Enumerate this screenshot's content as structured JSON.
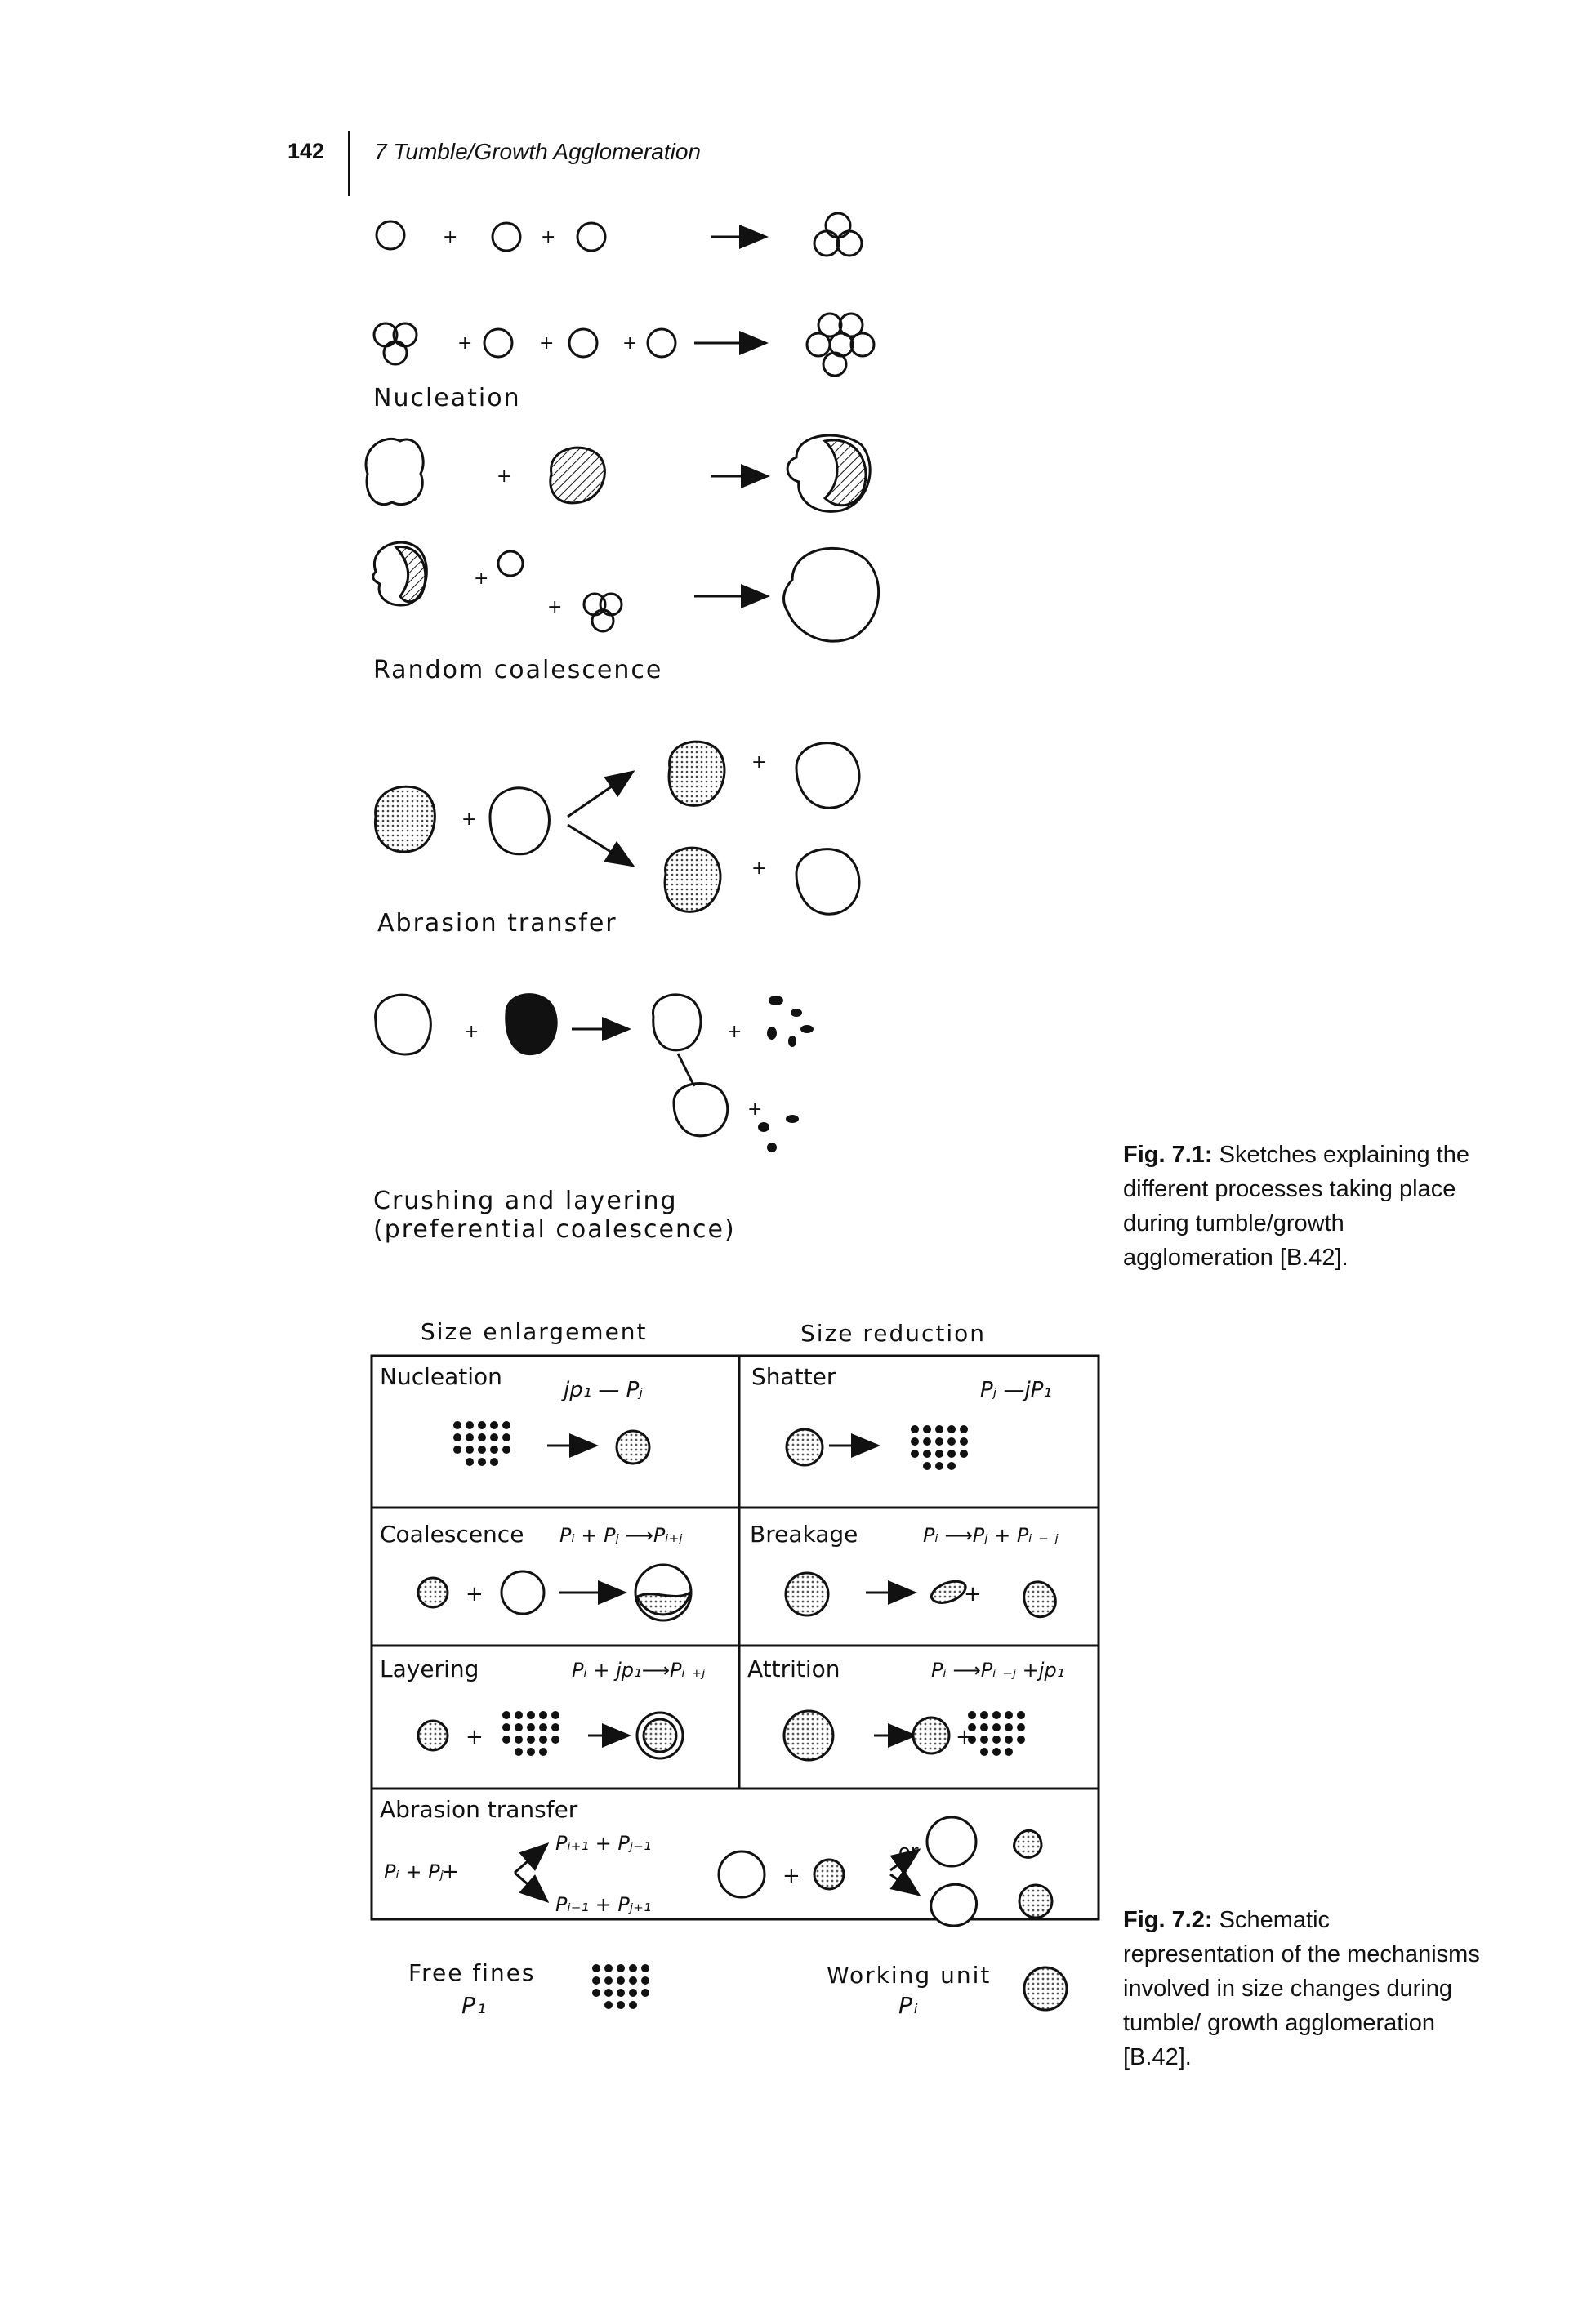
{
  "header": {
    "page_number": "142",
    "chapter_title": "7 Tumble/Growth Agglomeration"
  },
  "figure1": {
    "plus": "+",
    "labels": {
      "nucleation": "Nucleation",
      "random_coalescence": "Random coalescence",
      "abrasion_transfer": "Abrasion transfer",
      "crushing_line1": "Crushing and layering",
      "crushing_line2": "(preferential coalescence)"
    },
    "caption": {
      "label": "Fig. 7.1:",
      "text": "Sketches explaining the different processes taking place during tumble/growth agglomeration [B.42]."
    }
  },
  "figure2": {
    "plus": "+",
    "or": "or",
    "headers": {
      "left": "Size enlargement",
      "right": "Size reduction"
    },
    "cells": {
      "nucleation": {
        "title": "Nucleation",
        "formula": "jp₁ — Pⱼ"
      },
      "shatter": {
        "title": "Shatter",
        "formula": "Pⱼ —jP₁"
      },
      "coalescence": {
        "title": "Coalescence",
        "formula": "Pᵢ + Pⱼ ⟶Pᵢ₊ⱼ"
      },
      "breakage": {
        "title": "Breakage",
        "formula": "Pᵢ ⟶Pⱼ + Pᵢ ₋ ⱼ"
      },
      "layering": {
        "title": "Layering",
        "formula": "Pᵢ + jp₁⟶Pᵢ ₊ⱼ"
      },
      "attrition": {
        "title": "Attrition",
        "formula": "Pᵢ ⟶Pᵢ ₋ⱼ +jp₁"
      },
      "abrasion": {
        "title": "Abrasion transfer",
        "lhs": "Pᵢ + Pⱼ",
        "top": "Pᵢ₊₁ + Pⱼ₋₁",
        "bottom": "Pᵢ₋₁ + Pⱼ₊₁"
      }
    },
    "legend": {
      "fines_label": "Free fines",
      "fines_symbol": "P₁",
      "unit_label": "Working unit",
      "unit_symbol": "Pᵢ"
    },
    "caption": {
      "label": "Fig. 7.2:",
      "text": "Schematic representation of the mechanisms involved in size changes during tumble/ growth agglomeration [B.42]."
    }
  }
}
